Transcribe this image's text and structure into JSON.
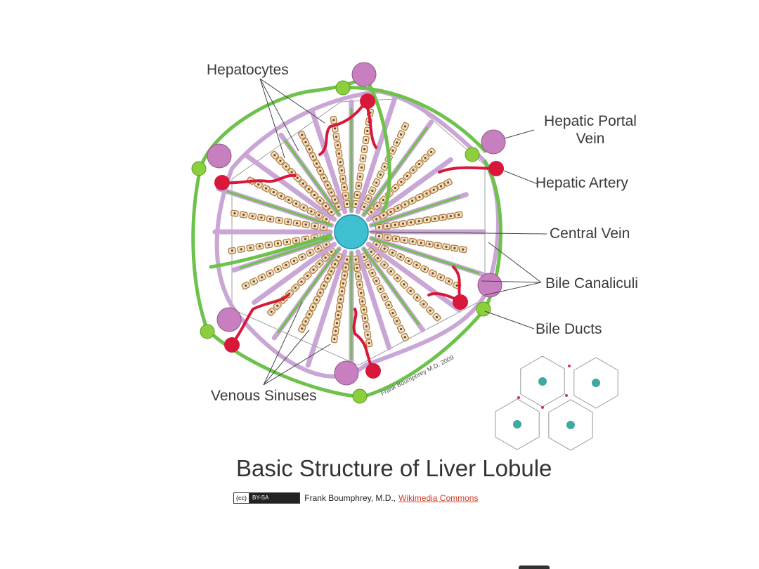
{
  "labels": {
    "hepatocytes": "Hepatocytes",
    "hepatic_portal_vein_line1": "Hepatic Portal",
    "hepatic_portal_vein_line2": "Vein",
    "hepatic_artery": "Hepatic Artery",
    "central_vein": "Central Vein",
    "bile_canaliculi": "Bile Canaliculi",
    "bile_ducts": "Bile Ducts",
    "venous_sinuses": "Venous Sinuses"
  },
  "signature": "Frank Boumphrey M.D. 2009",
  "title": "Basic Structure of Liver Lobule",
  "credit": {
    "badge_cc": "(cc)",
    "badge_license": "BY-SA",
    "author": "Frank Boumphrey, M.D.,",
    "link_text": "Wikimedia Commons"
  },
  "colors": {
    "central_vein": "#3ec0d2",
    "portal_vein": "#c77fbf",
    "hepatic_artery": "#d8183a",
    "bile_duct": "#8ccf3c",
    "green_vessel": "#6cc24a",
    "sinus": "#c9a6d6",
    "hepatocyte": "#b07a3c",
    "label_text": "#3a3a3a"
  }
}
